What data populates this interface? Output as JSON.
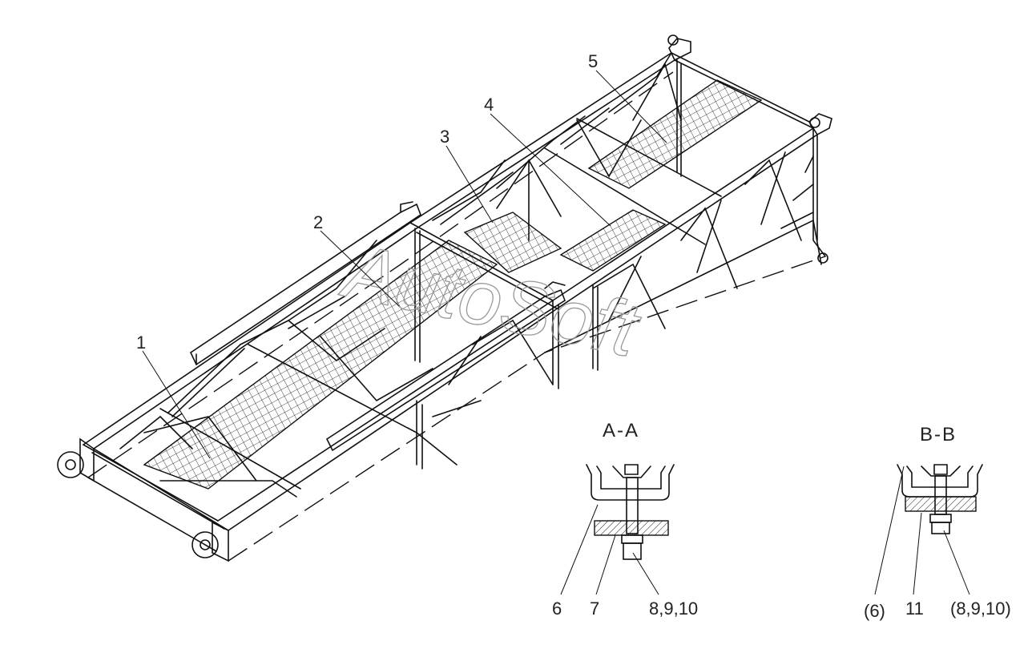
{
  "callouts": [
    "1",
    "2",
    "3",
    "4",
    "5"
  ],
  "section_a": {
    "title": "A-A",
    "labels": [
      "6",
      "7",
      "8,9,10"
    ]
  },
  "section_b": {
    "title": "B-B",
    "labels": [
      "(6)",
      "11",
      "(8,9,10)"
    ]
  },
  "watermark": "AutoSoft"
}
